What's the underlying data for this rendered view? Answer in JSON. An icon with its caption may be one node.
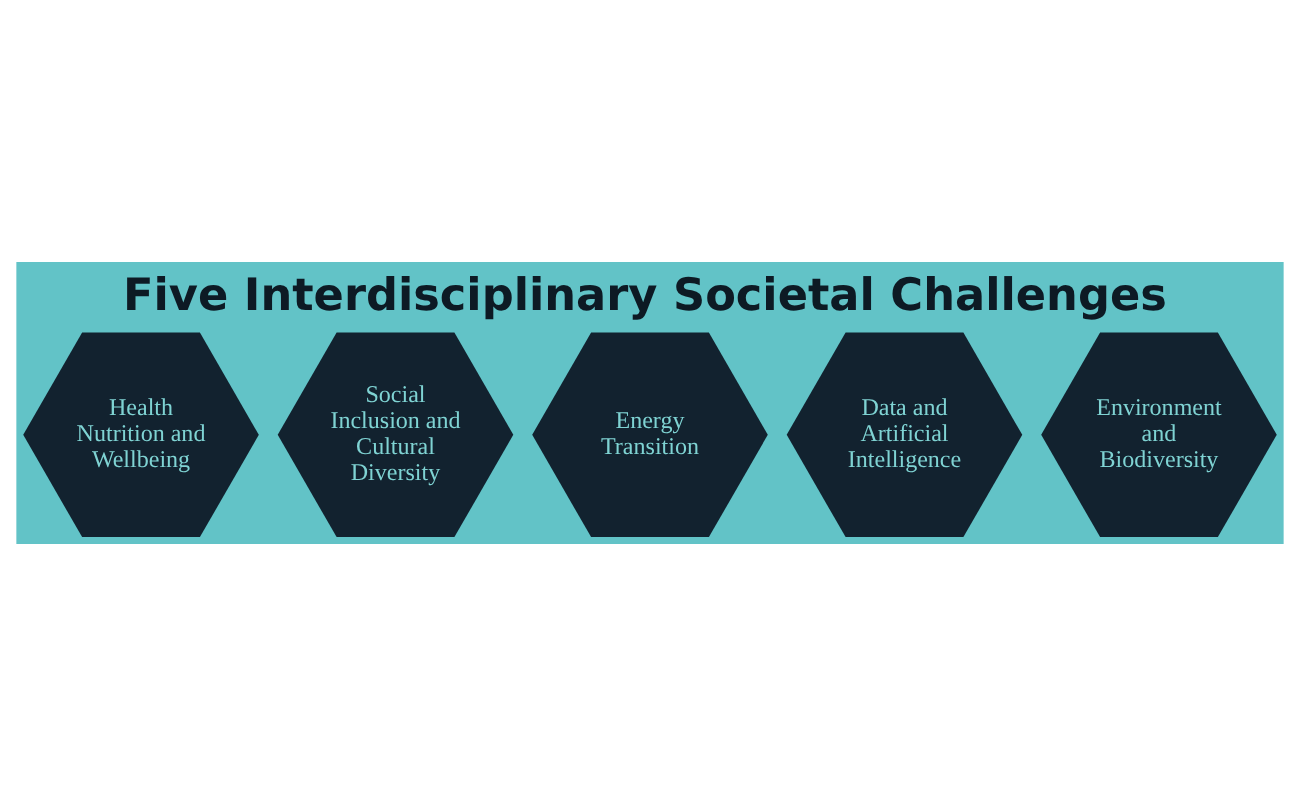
{
  "diagram": {
    "title": "Five Interdisciplinary Societal Challenges",
    "nodes": [
      {
        "text": [
          "Health Nutrition and Wellbeing"
        ]
      },
      {
        "text": [
          "Social Inclusion and Cultural Diversity"
        ]
      },
      {
        "text": [
          "Energy Transition"
        ]
      },
      {
        "text": [
          "Data and Artificial Intelligence"
        ]
      },
      {
        "text": [
          "Environment and Biodiversity"
        ]
      }
    ],
    "edges": []
  }
}
